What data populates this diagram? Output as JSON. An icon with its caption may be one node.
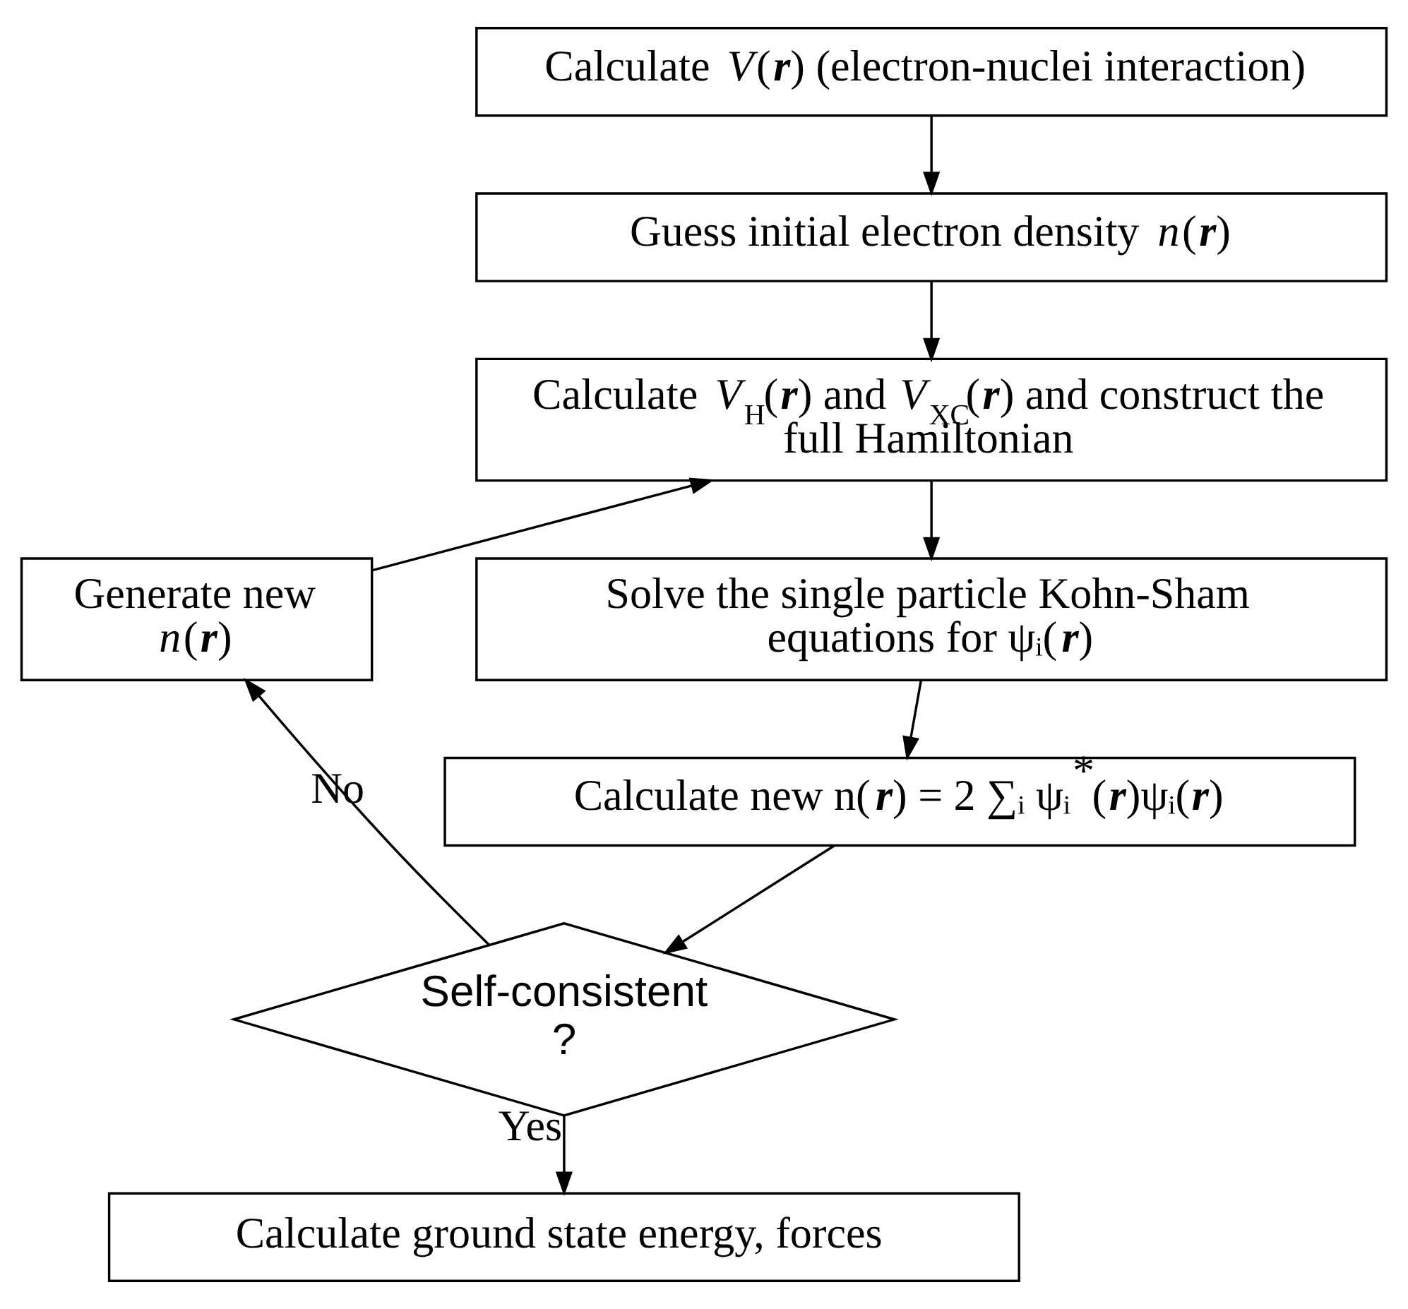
{
  "diagram": {
    "nodes": [
      {
        "text": [
          "Calculate *V*(**r**) (electron-nuclei interaction)"
        ]
      },
      {
        "text": [
          "Guess initial electron density *n*(**r**)"
        ]
      },
      {
        "text": [
          "Calculate *V*$_{H}$(**r**) and *V*$_{XC}$(**r**) and construct the full Hamiltonian"
        ]
      },
      {
        "text": [
          "Solve the single particle Kohn-Sham equations for ψᵢ(**r**)"
        ]
      },
      {
        "text": [
          "Calculate new n(**r**) = 2 ∑ᵢ ψᵢ$^{*}$(**r**)ψᵢ(**r**)"
        ]
      },
      {
        "text": [
          "Self-consistent ?"
        ]
      },
      {
        "text": [
          "Calculate ground state energy, forces"
        ]
      },
      {
        "text": [
          "Generate new *n*(**r**)"
        ]
      }
    ],
    "edges": [
      {
        "from": 0,
        "to": 1,
        "arrow": "to"
      },
      {
        "from": 1,
        "to": 2,
        "arrow": "to"
      },
      {
        "from": 2,
        "to": 3,
        "arrow": "to"
      },
      {
        "from": 3,
        "to": 4,
        "arrow": "to"
      },
      {
        "from": 4,
        "to": 5,
        "arrow": "to"
      },
      {
        "from": 5,
        "to": 7,
        "arrow": "to",
        "label": "No"
      },
      {
        "from": 7,
        "to": 2,
        "arrow": "to"
      },
      {
        "from": 5,
        "to": 6,
        "arrow": "to",
        "label": "Yes"
      }
    ]
  }
}
